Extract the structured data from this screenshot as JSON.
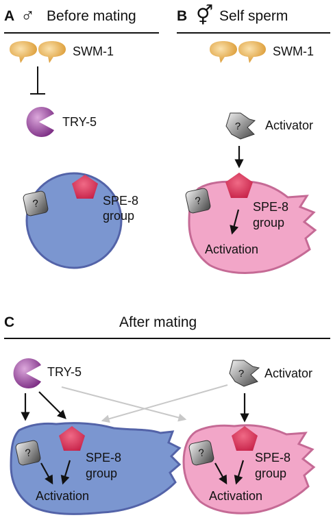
{
  "panel_a": {
    "letter": "A",
    "symbol": "♂",
    "title": "Before mating",
    "swm1_label": "SWM-1",
    "try5_label": "TRY-5",
    "unknown_mark": "?",
    "spe8_line1": "SPE-8",
    "spe8_line2": "group"
  },
  "panel_b": {
    "letter": "B",
    "symbol": "⚥",
    "title": "Self sperm",
    "swm1_label": "SWM-1",
    "activator_label": "Activator",
    "unknown_mark": "?",
    "activator_mark": "?",
    "spe8_line1": "SPE-8",
    "spe8_line2": "group",
    "activation_label": "Activation"
  },
  "panel_c": {
    "letter": "C",
    "title": "After mating",
    "try5_label": "TRY-5",
    "activator_label": "Activator",
    "activator_mark": "?",
    "left_unknown_mark": "?",
    "right_unknown_mark": "?",
    "left_spe8_line1": "SPE-8",
    "left_spe8_line2": "group",
    "right_spe8_line1": "SPE-8",
    "right_spe8_line2": "group",
    "left_activation_label": "Activation",
    "right_activation_label": "Activation"
  },
  "colors": {
    "male_sperm_fill": "#7b96d0",
    "male_sperm_stroke": "#5363a8",
    "herm_sperm_fill": "#f2a6c8",
    "herm_sperm_stroke": "#c56a95",
    "spe8_fill": "#d42a4e",
    "try5_fill": "#9b4a9e",
    "swm1_fill": "#e0a63c",
    "activator_fill": "#6a6a6a",
    "grey_arrow": "#c8c8c8"
  }
}
